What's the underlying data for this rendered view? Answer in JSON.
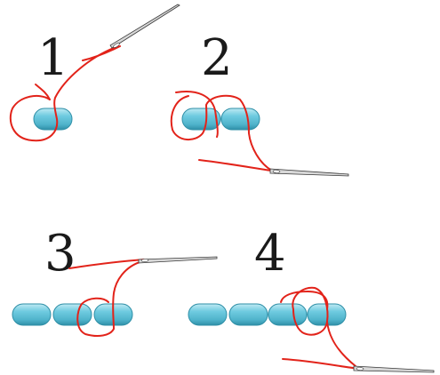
{
  "steps": [
    {
      "number": "1"
    },
    {
      "number": "2"
    },
    {
      "number": "3"
    },
    {
      "number": "4"
    }
  ],
  "colors": {
    "thread": "#e2231a",
    "bead_fill": "#5fc1d6",
    "bead_dark": "#2f8fa7",
    "bead_highlight": "#bfeaf3",
    "needle": "#d8d8d8",
    "label": "#1a1a1a"
  },
  "icons": {
    "bead": "oval-seed-bead-icon",
    "needle": "sewing-needle-icon"
  },
  "bead_counts": [
    1,
    2,
    3,
    4
  ]
}
